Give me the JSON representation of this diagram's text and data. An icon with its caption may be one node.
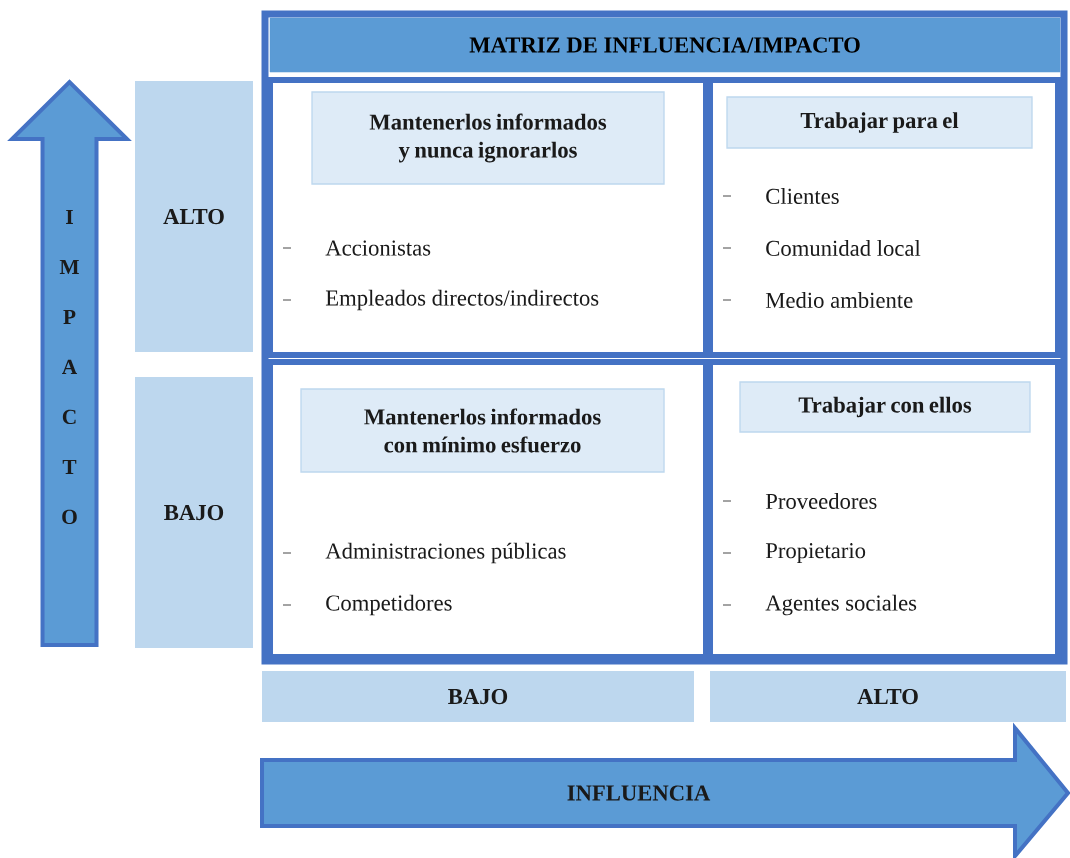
{
  "diagram": {
    "nodes": [
      {
        "text": [
          "MATRIZ DE INFLUENCIA/IMPACTO"
        ]
      },
      {
        "text": [
          "Accionistas",
          "Empleados directos/indirectos"
        ]
      },
      {
        "text": [
          "Mantenerlos informados y nunca ignorarlos"
        ],
        "in": 1
      },
      {
        "text": [
          "Clientes",
          "Comunidad local",
          "Medio ambiente"
        ]
      },
      {
        "text": [
          "Trabajar para el"
        ],
        "in": 3
      },
      {
        "text": [
          "Administraciones públicas",
          "Competidores"
        ]
      },
      {
        "text": [
          "Mantenerlos informados con mínimo esfuerzo"
        ],
        "in": 5
      },
      {
        "text": [
          "Proveedores",
          "Propietario",
          "Agentes sociales"
        ]
      },
      {
        "text": [
          "Trabajar con ellos"
        ],
        "in": 7
      },
      {
        "text": [
          "ALTO"
        ]
      },
      {
        "text": [
          "BAJO"
        ]
      },
      {
        "text": [
          "BAJO"
        ]
      },
      {
        "text": [
          "ALTO"
        ]
      },
      {
        "text": [
          "I M P A C T O"
        ]
      },
      {
        "text": [
          "INFLUENCIA"
        ]
      }
    ]
  }
}
